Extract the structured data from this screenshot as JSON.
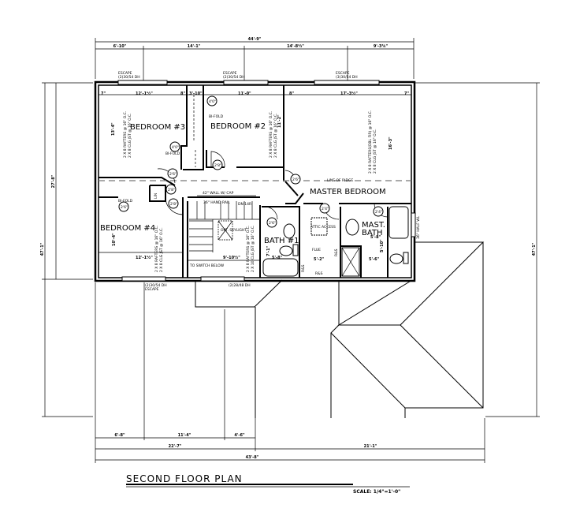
{
  "title": "SECOND FLOOR PLAN",
  "scale": "SCALE: 1/4\"=1'-0\"",
  "rooms": {
    "bedroom3": "BEDROOM #3",
    "bedroom2": "BEDROOM #2",
    "bedroom4": "BEDROOM #4",
    "master": "MASTER BEDROOM",
    "bath1": "BATH #1",
    "mast_bath_1": "MAST.",
    "mast_bath_2": "BATH"
  },
  "dimensions": {
    "top_overall": "44'-9\"",
    "top_segments": [
      "6'-10\"",
      "14'-1\"",
      "14'-8½\"",
      "9'-3¾\""
    ],
    "left_overall": "47'-1\"",
    "left_house": "27'-8\"",
    "right_overall": "47'-1\"",
    "bottom_segments": [
      "6'-8\"",
      "11'-4\"",
      "4'-6\""
    ],
    "bottom_middle": [
      "22'-7\"",
      "21'-1\""
    ],
    "bottom_overall": "43'-8\"",
    "room": {
      "b3_width": "12'-1½\"",
      "b3_depth": "13'-4\"",
      "b3_left": "7\"",
      "b3_right": "8\"",
      "b2_width": "11'-0\"",
      "b2_depth": "11'-2\"",
      "b2_closet": "3'-10\"",
      "mb_width": "17'-3½\"",
      "mb_depth": "16'-3\"",
      "mb_left": "8\"",
      "mb_right": "7\"",
      "b4_width": "12'-1½\"",
      "b4_depth": "10'-4\"",
      "stair_width": "9'-10½\"",
      "bath1_a": "5'-8\"",
      "bath1_b": "7'-1\"",
      "attic_w": "5'-2\"",
      "mbath_a": "5'-8\"",
      "mbath_b": "5'-6\"",
      "mbath_c": "5'-10\""
    }
  },
  "doors": [
    "4'0\"",
    "4'0\"",
    "2'8\"",
    "2'6\"",
    "2'6\"",
    "2'8\"",
    "2'8\"",
    "2'6\"",
    "2'4\"",
    "2'4\"",
    "2'6\""
  ],
  "notes": {
    "escape1": "ESCAPE",
    "escape1b": "(2)30/54 DH",
    "escape2": "ESCAPE",
    "escape2b": "(2)30/54 DH",
    "escape3": "ESCAPE",
    "escape3b": "(3)30/54 DH",
    "escape4a": "(2)30/54 DH",
    "escape4b": "ESCAPE",
    "window5": "(2)28/48 DH",
    "bifold1": "BI-FOLD",
    "bifold2": "BI-FOLD",
    "bifold3": "BI-FOLD",
    "ridge": "LINE OF RIDGE",
    "wall_cap": "42\" WALL W/ CAP",
    "hand_rail": "36\" HAND RAIL",
    "dn": "DN 14R",
    "skylight": "OPT. SKYLIGHT",
    "switch": "TO SWITCH BELOW",
    "attic": "ATTIC ACCESS",
    "flue": "FLUE",
    "rs1": "R&S",
    "rs2": "R&S",
    "rs3": "R&S",
    "lin": "LIN",
    "half_wall": "36\" HALF WL",
    "rafters": "2 X 8 RAFTERS @ 16\" O.C.",
    "clg": "2 X 8 CLG JST @ 16\" O.C.",
    "rafters_master": "2 X 8 RAFTERS(DBL FIR) @ 16\" O.C.",
    "clg_10": "2 X 10 CLG JST @ 16\" O.C."
  }
}
